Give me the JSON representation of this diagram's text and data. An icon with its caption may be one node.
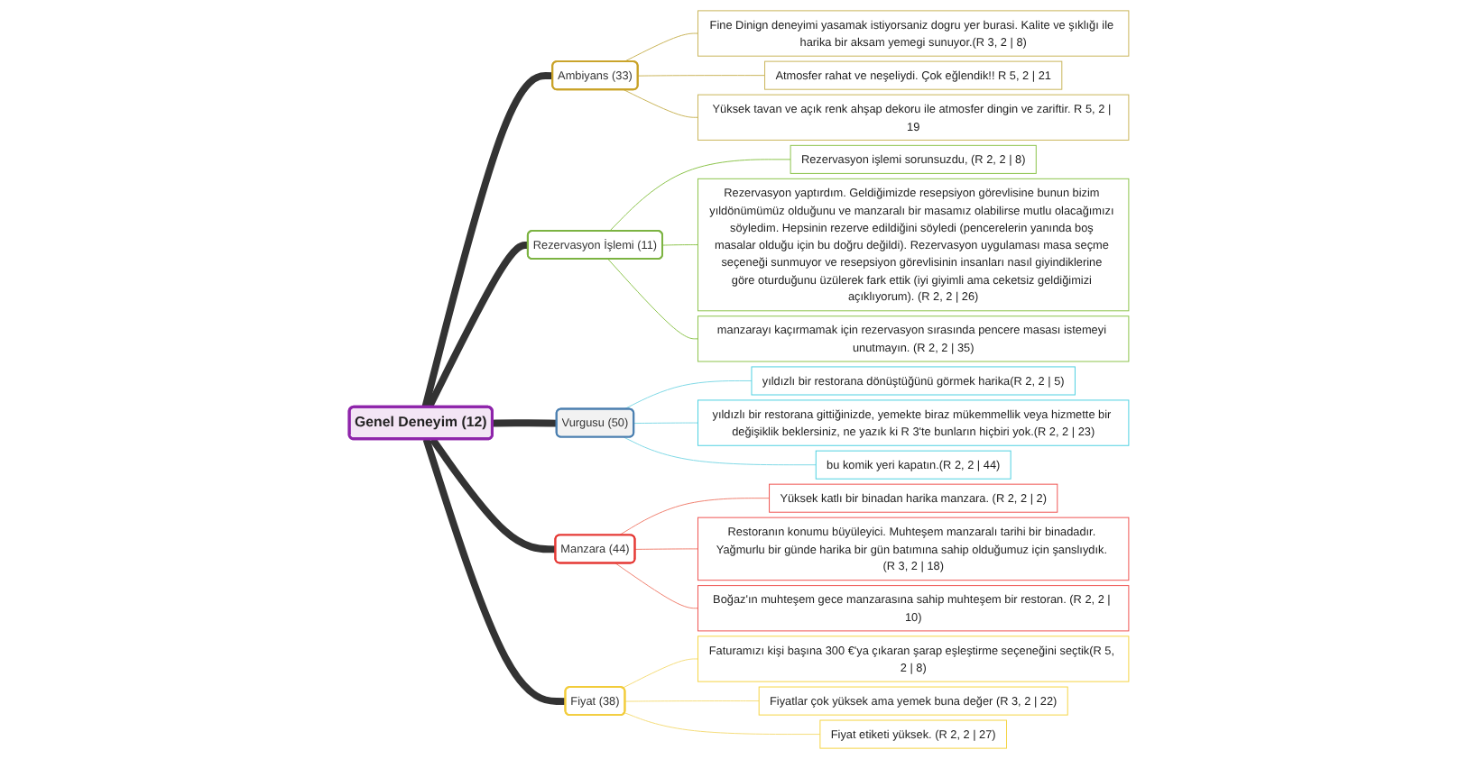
{
  "diagram": {
    "nodes": [
      {
        "text": [
          "Genel Deneyim (12)"
        ]
      },
      {
        "text": [
          "Ambiyans (33)"
        ]
      },
      {
        "text": [
          "Rezervasyon İşlemi (11)"
        ]
      },
      {
        "text": [
          "Vurgusu (50)"
        ]
      },
      {
        "text": [
          "Manzara (44)"
        ]
      },
      {
        "text": [
          "Fiyat (38)"
        ]
      },
      {
        "text": [
          "Fine Dinign deneyimi yasamak istiyorsaniz dogru yer burasi. Kalite ve şıklığı ile harika bir aksam yemegi sunuyor.(R 3, 2 | 8)"
        ]
      },
      {
        "text": [
          "Atmosfer rahat ve neşeliydi. Çok eğlendik!! R 5, 2 | 21"
        ]
      },
      {
        "text": [
          "Yüksek tavan ve açık renk ahşap dekoru ile atmosfer dingin ve zariftir. R 5, 2 | 19"
        ]
      },
      {
        "text": [
          "Rezervasyon işlemi sorunsuzdu, (R 2, 2 | 8)"
        ]
      },
      {
        "text": [
          "Rezervasyon yaptırdım. Geldiğimizde resepsiyon görevlisine bunun bizim yıldönümümüz olduğunu ve manzaralı bir masamız olabilirse mutlu olacağımızı söyledim. Hepsinin rezerve edildiğini söyledi (pencerelerin yanında boş masalar olduğu için bu doğru değildi). Rezervasyon uygulaması masa seçme seçeneği sunmuyor ve resepsiyon görevlisinin insanları nasıl giyindiklerine göre oturduğunu üzülerek fark ettik (iyi giyimli ama ceketsiz geldiğimizi açıklıyorum). (R 2, 2 | 26)"
        ]
      },
      {
        "text": [
          "manzarayı kaçırmamak için rezervasyon sırasında pencere masası istemeyi unutmayın. (R 2, 2 | 35)"
        ]
      },
      {
        "text": [
          "yıldızlı bir restorana dönüştüğünü görmek harika(R 2, 2 | 5)"
        ]
      },
      {
        "text": [
          "yıldızlı bir restorana gittiğinizde, yemekte biraz mükemmellik veya hizmette bir değişiklik beklersiniz, ne yazık ki R 3'te bunların hiçbiri yok.(R 2, 2 | 23)"
        ]
      },
      {
        "text": [
          "bu komik yeri kapatın.(R 2, 2 | 44)"
        ]
      },
      {
        "text": [
          "Yüksek katlı bir binadan harika manzara. (R 2, 2 | 2)"
        ]
      },
      {
        "text": [
          "Restoranın konumu büyüleyici. Muhteşem manzaralı tarihi bir binadadır. Yağmurlu bir günde harika bir gün batımına sahip olduğumuz için şanslıydık. (R 3, 2 | 18)"
        ]
      },
      {
        "text": [
          "Boğaz'ın muhteşem gece manzarasına sahip muhteşem bir restoran. (R 2, 2 | 10)"
        ]
      },
      {
        "text": [
          "Faturamızı kişi başına 300 €'ya çıkaran şarap eşleştirme seçeneğini seçtik(R 5, 2 | 8)"
        ]
      },
      {
        "text": [
          "Fiyatlar çok yüksek ama yemek buna değer (R 3, 2 | 22)"
        ]
      },
      {
        "text": [
          "Fiyat etiketi yüksek. (R 2, 2 | 27)"
        ]
      }
    ],
    "edges": [
      {
        "from": 0,
        "to": 1,
        "arrow": "none",
        "style": "thick",
        "color": "#333333"
      },
      {
        "from": 0,
        "to": 2,
        "arrow": "none",
        "style": "thick",
        "color": "#333333"
      },
      {
        "from": 0,
        "to": 3,
        "arrow": "none",
        "style": "thick",
        "color": "#333333"
      },
      {
        "from": 0,
        "to": 4,
        "arrow": "none",
        "style": "thick",
        "color": "#333333"
      },
      {
        "from": 0,
        "to": 5,
        "arrow": "none",
        "style": "thick",
        "color": "#333333"
      },
      {
        "from": 1,
        "to": 6,
        "arrow": "none",
        "color": "#c9b458"
      },
      {
        "from": 1,
        "to": 7,
        "arrow": "none",
        "color": "#c9b458"
      },
      {
        "from": 1,
        "to": 8,
        "arrow": "none",
        "color": "#c9b458"
      },
      {
        "from": 2,
        "to": 9,
        "arrow": "none",
        "color": "#8bc34a"
      },
      {
        "from": 2,
        "to": 10,
        "arrow": "none",
        "color": "#8bc34a"
      },
      {
        "from": 2,
        "to": 11,
        "arrow": "none",
        "color": "#8bc34a"
      },
      {
        "from": 3,
        "to": 12,
        "arrow": "none",
        "color": "#7fd8e6"
      },
      {
        "from": 3,
        "to": 13,
        "arrow": "none",
        "color": "#7fd8e6"
      },
      {
        "from": 3,
        "to": 14,
        "arrow": "none",
        "color": "#7fd8e6"
      },
      {
        "from": 4,
        "to": 15,
        "arrow": "none",
        "color": "#f08070"
      },
      {
        "from": 4,
        "to": 16,
        "arrow": "none",
        "color": "#f08070"
      },
      {
        "from": 4,
        "to": 17,
        "arrow": "none",
        "color": "#f08070"
      },
      {
        "from": 5,
        "to": 18,
        "arrow": "none",
        "color": "#f5dc7a"
      },
      {
        "from": 5,
        "to": 19,
        "arrow": "none",
        "color": "#f5dc7a"
      },
      {
        "from": 5,
        "to": 20,
        "arrow": "none",
        "color": "#f5dc7a"
      }
    ]
  }
}
